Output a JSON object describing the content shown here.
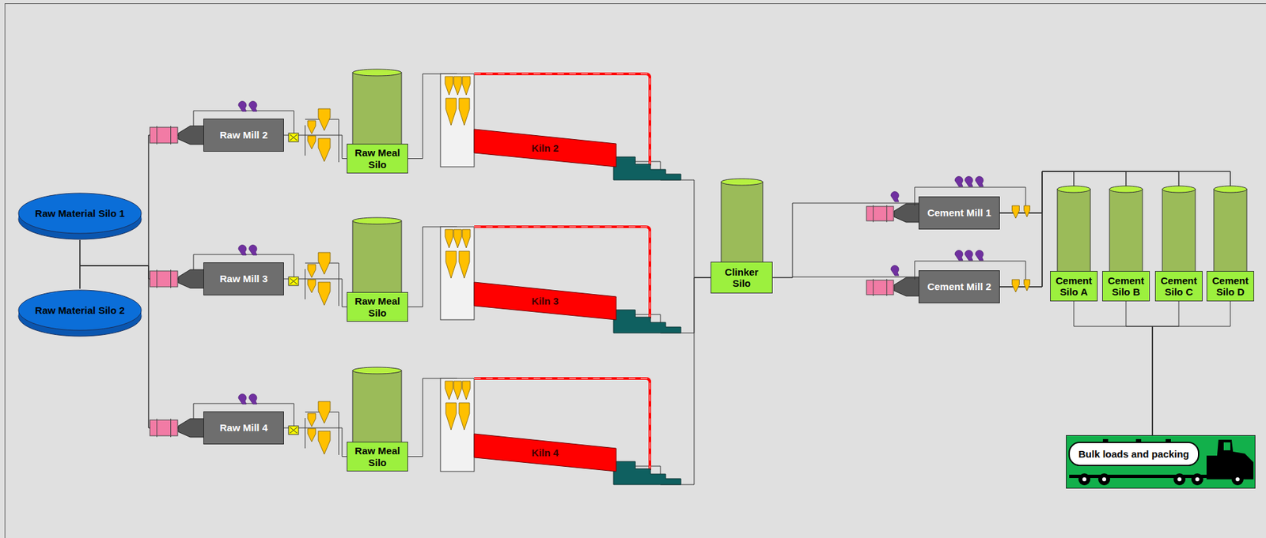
{
  "diagram": {
    "nodes": [
      {
        "text": [
          "Raw Material Silo 1"
        ]
      },
      {
        "text": [
          "Raw Material Silo 2"
        ]
      },
      {
        "text": [
          "Raw Mill 2"
        ]
      },
      {
        "text": [
          "Raw Meal Silo"
        ]
      },
      {
        "text": [
          "Kiln 2"
        ]
      },
      {
        "text": [
          "Raw Mill 3"
        ]
      },
      {
        "text": [
          "Raw Meal Silo"
        ]
      },
      {
        "text": [
          "Kiln 3"
        ]
      },
      {
        "text": [
          "Raw Mill 4"
        ]
      },
      {
        "text": [
          "Raw Meal Silo"
        ]
      },
      {
        "text": [
          "Kiln 4"
        ]
      },
      {
        "text": [
          "Clinker Silo"
        ]
      },
      {
        "text": [
          "Cement Mill 1"
        ]
      },
      {
        "text": [
          "Cement Mill 2"
        ]
      },
      {
        "text": [
          "Cement Silo A"
        ]
      },
      {
        "text": [
          "Cement Silo B"
        ]
      },
      {
        "text": [
          "Cement Silo C"
        ]
      },
      {
        "text": [
          "Cement Silo D"
        ]
      },
      {
        "text": [
          "Bulk loads and packing"
        ]
      }
    ],
    "edges": [
      {
        "from": 0,
        "to": 2,
        "arrow": "none"
      },
      {
        "from": 0,
        "to": 5,
        "arrow": "none"
      },
      {
        "from": 0,
        "to": 8,
        "arrow": "none"
      },
      {
        "from": 1,
        "to": 2,
        "arrow": "none"
      },
      {
        "from": 1,
        "to": 5,
        "arrow": "none"
      },
      {
        "from": 1,
        "to": 8,
        "arrow": "none"
      },
      {
        "from": 2,
        "to": 3,
        "arrow": "none"
      },
      {
        "from": 5,
        "to": 6,
        "arrow": "none"
      },
      {
        "from": 8,
        "to": 9,
        "arrow": "none"
      },
      {
        "from": 3,
        "to": 4,
        "arrow": "none"
      },
      {
        "from": 6,
        "to": 7,
        "arrow": "none"
      },
      {
        "from": 9,
        "to": 10,
        "arrow": "none"
      },
      {
        "from": 4,
        "to": 11,
        "arrow": "none"
      },
      {
        "from": 7,
        "to": 11,
        "arrow": "none"
      },
      {
        "from": 10,
        "to": 11,
        "arrow": "none"
      },
      {
        "from": 11,
        "to": 12,
        "arrow": "none"
      },
      {
        "from": 11,
        "to": 13,
        "arrow": "none"
      },
      {
        "from": 12,
        "to": 14,
        "arrow": "none"
      },
      {
        "from": 12,
        "to": 15,
        "arrow": "none"
      },
      {
        "from": 12,
        "to": 16,
        "arrow": "none"
      },
      {
        "from": 12,
        "to": 17,
        "arrow": "none"
      },
      {
        "from": 13,
        "to": 14,
        "arrow": "none"
      },
      {
        "from": 13,
        "to": 15,
        "arrow": "none"
      },
      {
        "from": 13,
        "to": 16,
        "arrow": "none"
      },
      {
        "from": 13,
        "to": 17,
        "arrow": "none"
      },
      {
        "from": 14,
        "to": 18,
        "arrow": "none"
      },
      {
        "from": 15,
        "to": 18,
        "arrow": "none"
      },
      {
        "from": 16,
        "to": 18,
        "arrow": "none"
      },
      {
        "from": 17,
        "to": 18,
        "arrow": "none"
      }
    ]
  }
}
